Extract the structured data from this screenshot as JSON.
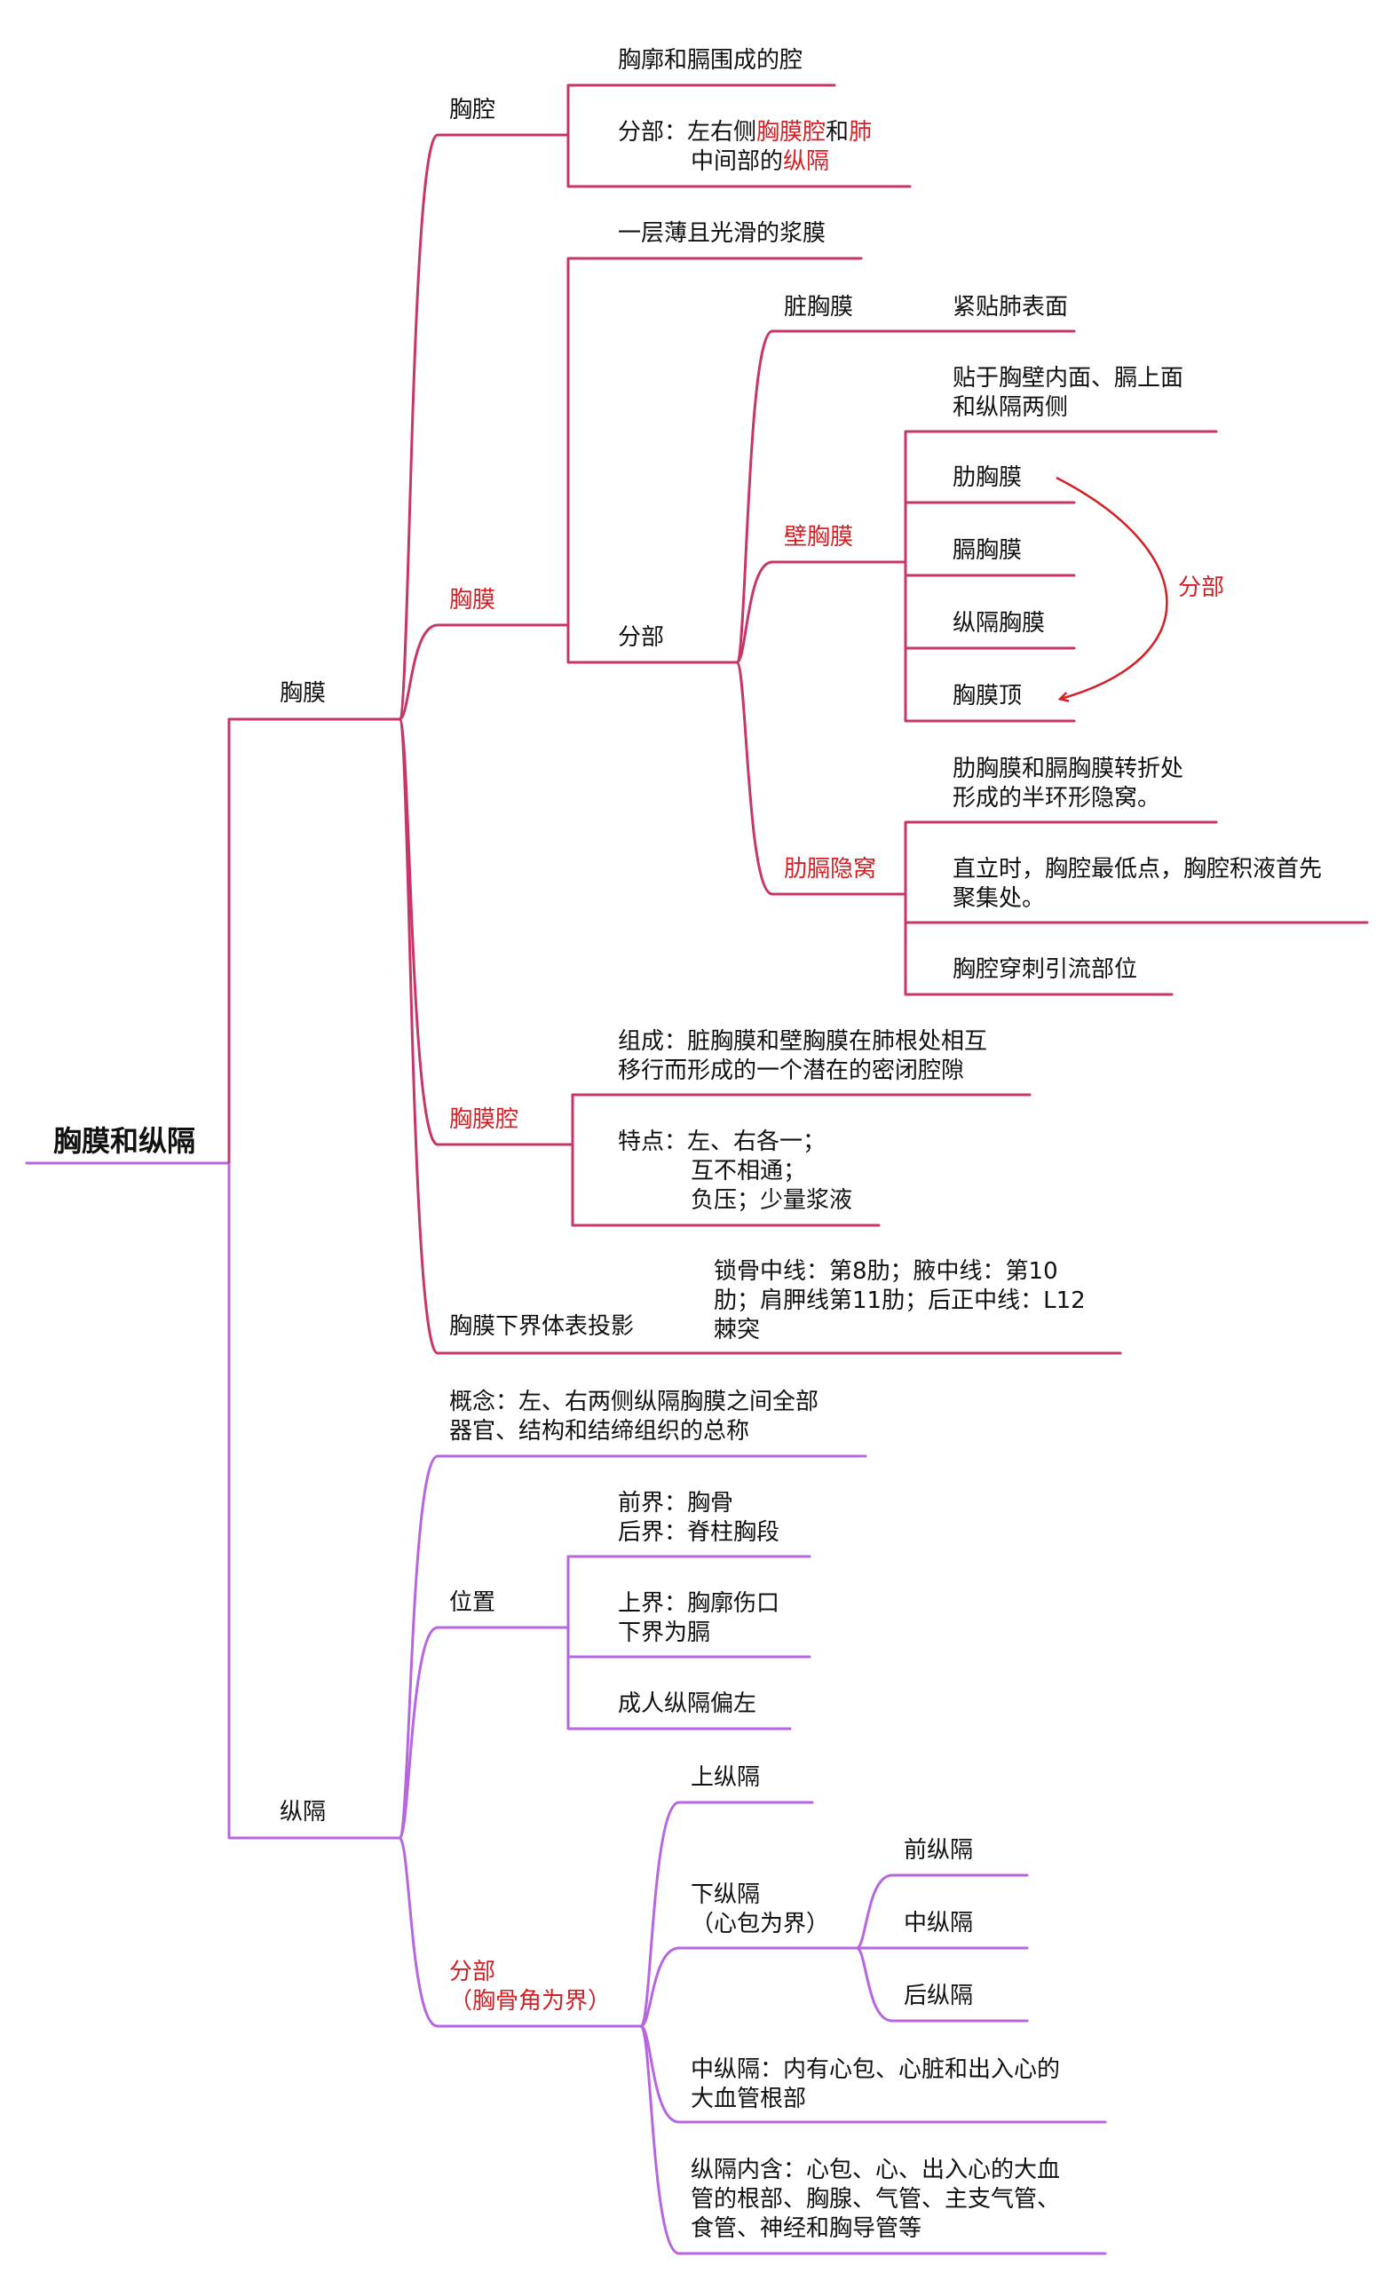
{
  "colors": {
    "pleura_branch": "#c7356a",
    "mediastinum_branch": "#b566e0",
    "root_line": "#b566e0",
    "highlight_text": "#d32027",
    "annotation_arrow": "#d32027"
  },
  "root": {
    "title": "胸膜和纵隔"
  },
  "pleura": {
    "label": "胸膜",
    "thoracic_cavity": {
      "label": "胸腔",
      "def": "胸廓和膈围成的腔",
      "div_prefix": "分部：",
      "div_t1": "左右侧",
      "div_t2": "胸膜腔",
      "div_t3": "和",
      "div_t4": "肺",
      "div_t5": "中间部的",
      "div_t6": "纵隔"
    },
    "membrane": {
      "label": "胸膜",
      "def": "一层薄且光滑的浆膜",
      "div_label": "分部",
      "visceral": {
        "label": "脏胸膜",
        "desc": "紧贴肺表面"
      },
      "parietal": {
        "label": "壁胸膜",
        "desc_l1": "贴于胸壁内面、膈上面",
        "desc_l2": "和纵隔两侧",
        "parts": [
          "肋胸膜",
          "膈胸膜",
          "纵隔胸膜",
          "胸膜顶"
        ],
        "annotation": "分部"
      },
      "recess": {
        "label": "肋膈隐窝",
        "d1_l1": "肋胸膜和膈胸膜转折处",
        "d1_l2": "形成的半环形隐窝。",
        "d2_l1": "直立时，胸腔最低点，胸腔积液首先",
        "d2_l2": "聚集处。",
        "d3": "胸腔穿刺引流部位"
      }
    },
    "pleural_cavity": {
      "label": "胸膜腔",
      "comp_l1": "组成：脏胸膜和壁胸膜在肺根处相互",
      "comp_l2": "移行而形成的一个潜在的密闭腔隙",
      "feat_l1": "特点：左、右各一；",
      "feat_l2": "互不相通；",
      "feat_l3": "负压；少量浆液"
    },
    "projection": {
      "label": "胸膜下界体表投影",
      "l1": "锁骨中线：第8肋；腋中线：第10",
      "l2": "肋；肩胛线第11肋；后正中线：L12",
      "l3": "棘突"
    }
  },
  "mediastinum": {
    "label": "纵隔",
    "concept_l1": "概念：左、右两侧纵隔胸膜之间全部",
    "concept_l2": "器官、结构和结缔组织的总称",
    "position": {
      "label": "位置",
      "a_l1": "前界：胸骨",
      "a_l2": "后界：脊柱胸段",
      "b_l1": "上界：胸廓伤口",
      "b_l2": "下界为膈",
      "c": "成人纵隔偏左"
    },
    "divisions": {
      "label_l1": "分部",
      "label_l2": "（胸骨角为界）",
      "superior": "上纵隔",
      "inferior_l1": "下纵隔",
      "inferior_l2": "（心包为界）",
      "anterior": "前纵隔",
      "middle": "中纵隔",
      "posterior": "后纵隔",
      "mid_desc_l1": "中纵隔：内有心包、心脏和出入心的",
      "mid_desc_l2": "大血管根部",
      "contents_l1": "纵隔内含：心包、心、出入心的大血",
      "contents_l2": "管的根部、胸腺、气管、主支气管、",
      "contents_l3": "食管、神经和胸导管等"
    }
  }
}
